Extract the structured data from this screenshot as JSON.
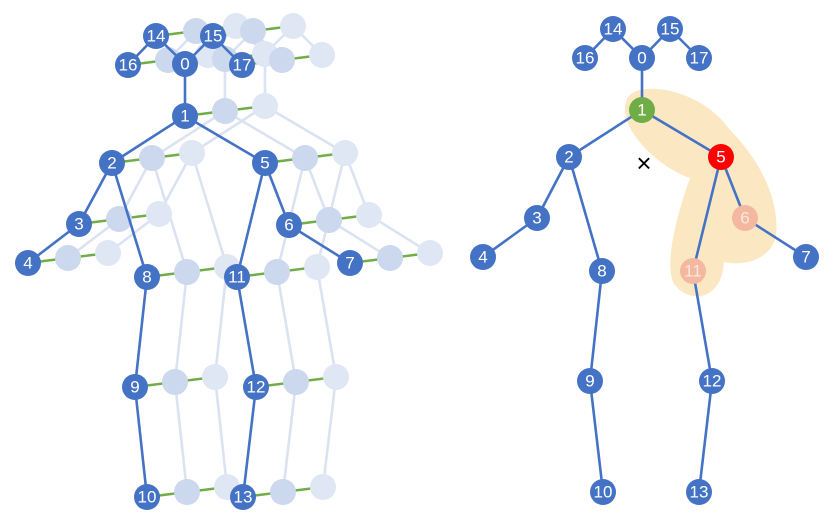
{
  "colors": {
    "joint": "#4472c4",
    "ghost_joint": "#d0dcef",
    "temporal_edge": "#70ad47",
    "center_joint": "#70ad47",
    "root_joint": "#ff0000",
    "neighbor_joint": "#f4b8a0",
    "region_fill": "#fbe8c3"
  },
  "left_figure": {
    "labels": [
      "0",
      "1",
      "2",
      "3",
      "4",
      "5",
      "6",
      "7",
      "8",
      "9",
      "10",
      "11",
      "12",
      "13",
      "14",
      "15",
      "16",
      "17"
    ]
  },
  "right_figure": {
    "labels": [
      "0",
      "1",
      "2",
      "3",
      "4",
      "5",
      "6",
      "7",
      "8",
      "9",
      "10",
      "11",
      "12",
      "13",
      "14",
      "15",
      "16",
      "17"
    ],
    "center_label": "1",
    "root_label": "5",
    "neighbor_labels": [
      "6",
      "11"
    ],
    "cross_mark": "×"
  }
}
